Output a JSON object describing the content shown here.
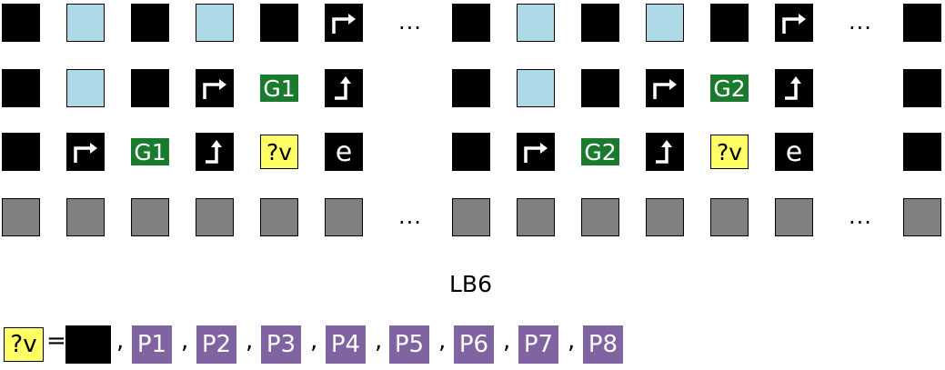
{
  "rows": [
    {
      "cells": [
        "black",
        "light",
        "black",
        "light",
        "black",
        "arrow-right",
        "ellipsis",
        "black",
        "light",
        "black",
        "light",
        "black",
        "arrow-right",
        "ellipsis",
        "black"
      ]
    },
    {
      "cells": [
        "black",
        "light",
        "black",
        "arrow-right",
        "green:G1",
        "arrow-up",
        "blank",
        "black",
        "light",
        "black",
        "arrow-right",
        "green:G2",
        "arrow-up",
        "blank",
        "black"
      ]
    },
    {
      "cells": [
        "black",
        "arrow-right",
        "green:G1",
        "arrow-up",
        "yellow:?v",
        "text:e",
        "blank",
        "black",
        "arrow-right",
        "green:G2",
        "arrow-up",
        "yellow:?v",
        "text:e",
        "blank",
        "black"
      ]
    },
    {
      "cells": [
        "gray",
        "gray",
        "gray",
        "gray",
        "gray",
        "gray",
        "ellipsis",
        "gray",
        "gray",
        "gray",
        "gray",
        "gray",
        "gray",
        "ellipsis",
        "gray"
      ]
    }
  ],
  "ellipsis_text": "...",
  "caption": "LB6",
  "legend": {
    "symbol": "?v",
    "equals": "=",
    "comma": ",",
    "items": [
      "P1",
      "P2",
      "P3",
      "P4",
      "P5",
      "P6",
      "P7",
      "P8"
    ]
  },
  "colors": {
    "light": "#add8e6",
    "gray": "#808080",
    "green": "#1a7a2e",
    "yellow": "#ffff66",
    "purple": "#8064a2"
  }
}
